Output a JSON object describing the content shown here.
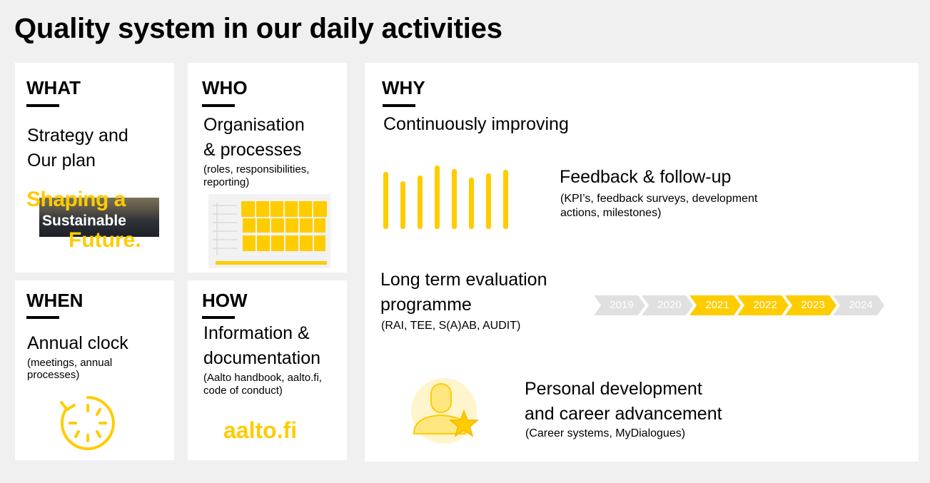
{
  "title": "Quality system in our daily activities",
  "what": {
    "heading": "WHAT",
    "line1": "Strategy and",
    "line2": "Our plan",
    "logo": {
      "line1": "Shaping a",
      "line2": "Sustainable",
      "line3": "Future."
    }
  },
  "who": {
    "heading": "WHO",
    "line1": "Organisation",
    "line2": "& processes",
    "sub1": "(roles, responsibilities,",
    "sub2": "reporting)"
  },
  "when": {
    "heading": "WHEN",
    "line1": "Annual clock",
    "sub1": "(meetings, annual",
    "sub2": "processes)"
  },
  "how": {
    "heading": "HOW",
    "line1": "Information &",
    "line2": "documentation",
    "sub1": "(Aalto handbook, aalto.fi,",
    "sub2": "code of conduct)",
    "brand": "aalto.fi"
  },
  "why": {
    "heading": "WHY",
    "subtitle": "Continuously improving",
    "feedback": {
      "title": "Feedback & follow-up",
      "sub1": "(KPI’s, feedback surveys, development",
      "sub2": "actions, milestones)"
    },
    "evaluation": {
      "line1": "Long term evaluation",
      "line2": "programme",
      "sub": "(RAI, TEE, S(A)AB, AUDIT)"
    },
    "timeline": [
      {
        "year": "2019",
        "active": false
      },
      {
        "year": "2020",
        "active": false
      },
      {
        "year": "2021",
        "active": true
      },
      {
        "year": "2022",
        "active": true
      },
      {
        "year": "2023",
        "active": true
      },
      {
        "year": "2024",
        "active": false
      }
    ],
    "personal": {
      "line1": "Personal development",
      "line2": "and career advancement",
      "sub": "(Career systems, MyDialogues)"
    }
  },
  "colors": {
    "accent": "#ffcc00",
    "inactive": "#e0e0e0",
    "background": "#f0f0f0"
  },
  "icons": [
    "feedback-bars-icon",
    "clock-icon",
    "person-star-icon"
  ]
}
